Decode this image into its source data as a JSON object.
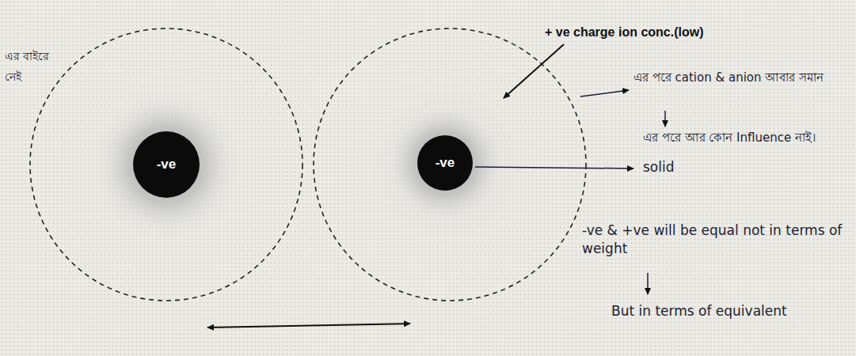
{
  "diagram": {
    "nodes": [
      {
        "text": [
          "-ve"
        ]
      },
      {
        "text": [
          "-ve"
        ]
      }
    ],
    "labels": [
      "+ ve charge ion conc.(low)",
      "এর বাইরে",
      "নেই",
      "এর পরে cation & anion আবার সমান",
      "এর পরে আর কোন Influence নাই।",
      "solid",
      "-ve & +ve will be equal not in terms of weight",
      "But in terms of equivalent"
    ]
  }
}
